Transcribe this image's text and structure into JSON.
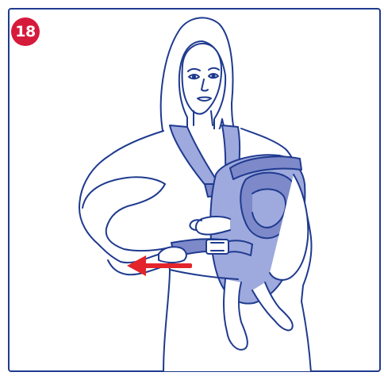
{
  "step": {
    "number": "18"
  },
  "illustration": {
    "subject": "woman-wearing-baby-carrier",
    "arrow_direction": "left"
  },
  "colors": {
    "frame": "#1f3a8f",
    "line": "#1f3a8f",
    "badge": "#d61a3c",
    "carrier_fill": "#9ea9dd",
    "carrier_dark": "#7d89c9",
    "arrow": "#e3242b"
  }
}
